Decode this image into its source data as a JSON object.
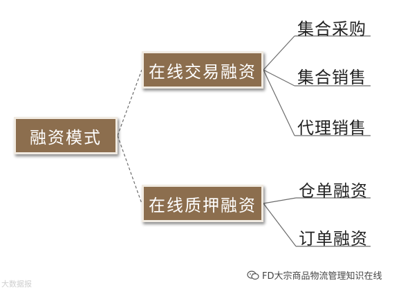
{
  "nodes": {
    "root": "融资模式",
    "trade": "在线交易融资",
    "pledge": "在线质押融资"
  },
  "leaves": [
    "集合采购",
    "集合销售",
    "代理销售",
    "仓单融资",
    "订单融资"
  ],
  "watermark": {
    "source_left": "大数据报",
    "source_right": "FD大宗商品物流管理知识在线"
  },
  "colors": {
    "node_fill": "#8c6e4e",
    "node_border": "#f1ebe2",
    "line": "#6b6b6b"
  }
}
